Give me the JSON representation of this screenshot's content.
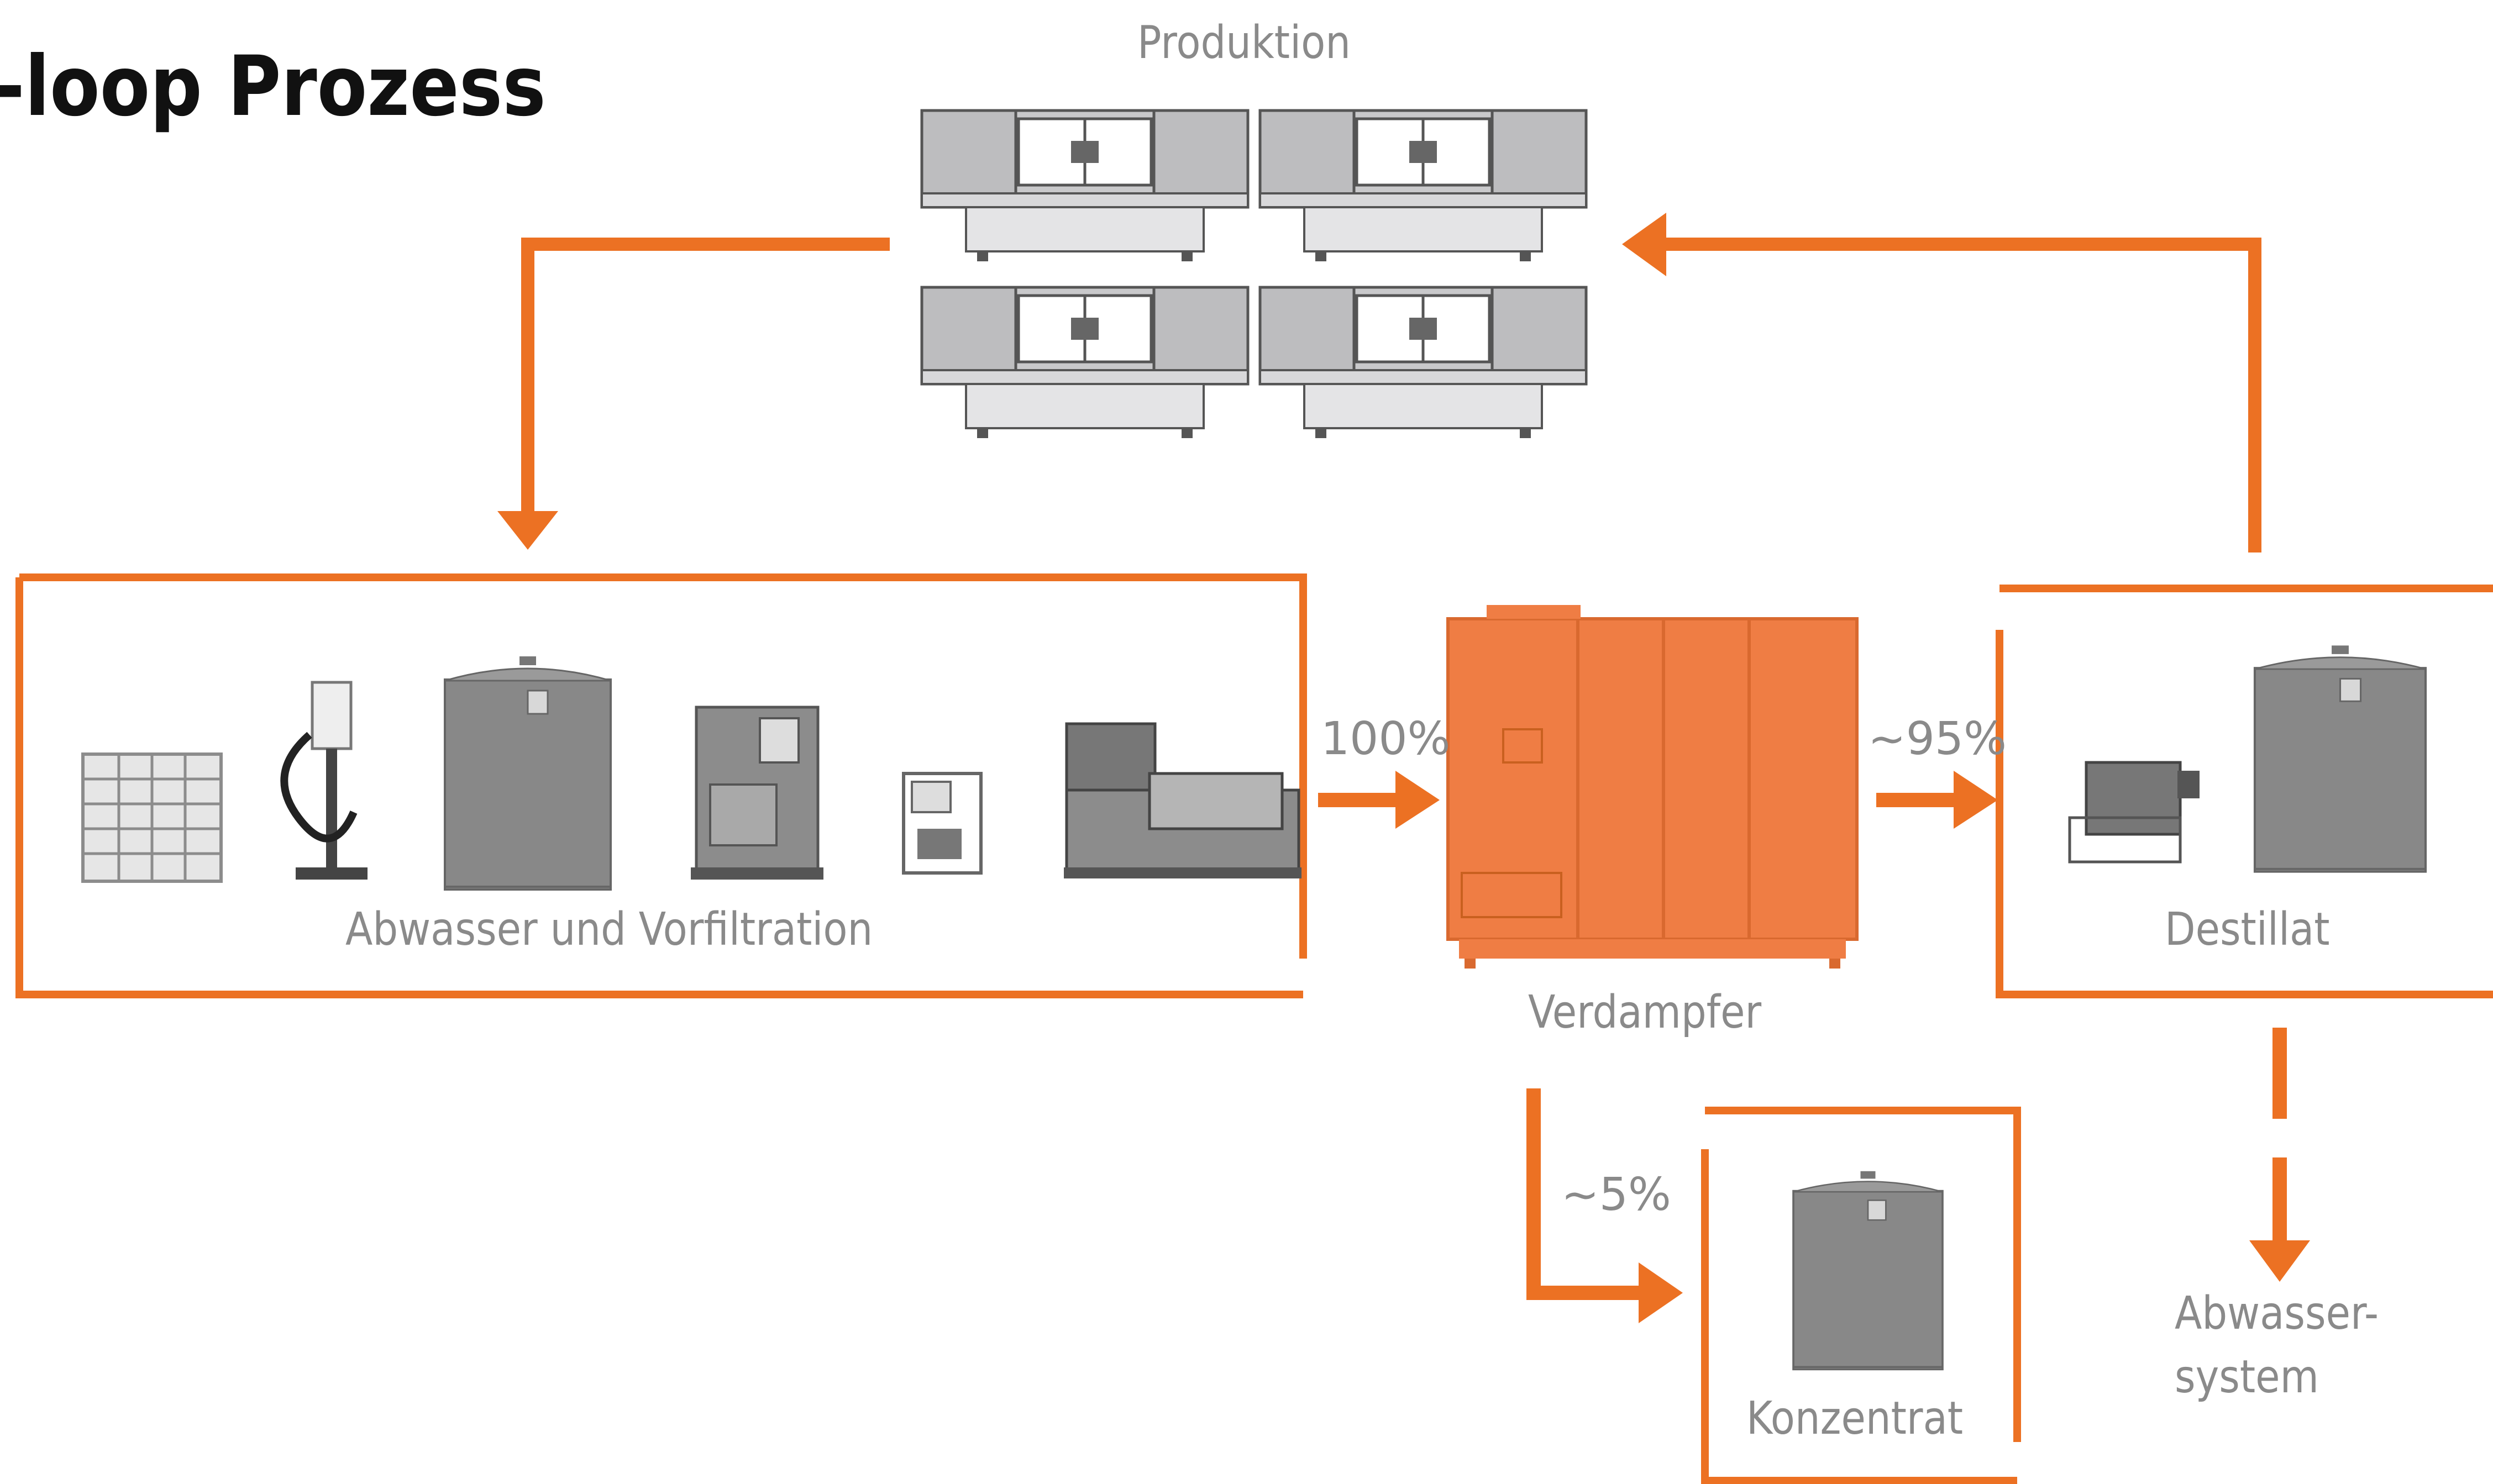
{
  "title": "-loop Prozess",
  "nodes": {
    "produktion": "Produktion",
    "abwasser_vorfiltration": "Abwasser und Vorfiltration",
    "verdampfer": "Verdampfer",
    "destillat": "Destillat",
    "konzentrat": "Konzentrat",
    "abwassersystem_line1": "Abwasser-",
    "abwassersystem_line2": "system"
  },
  "flows": {
    "to_verdampfer": "100%",
    "to_destillat": "~95%",
    "to_konzentrat": "~5%"
  },
  "colors": {
    "accent": "#ec7123",
    "equipment": "#8c8c8c",
    "verdampfer_fill": "#ef7d44",
    "label": "#8a8a8a"
  }
}
